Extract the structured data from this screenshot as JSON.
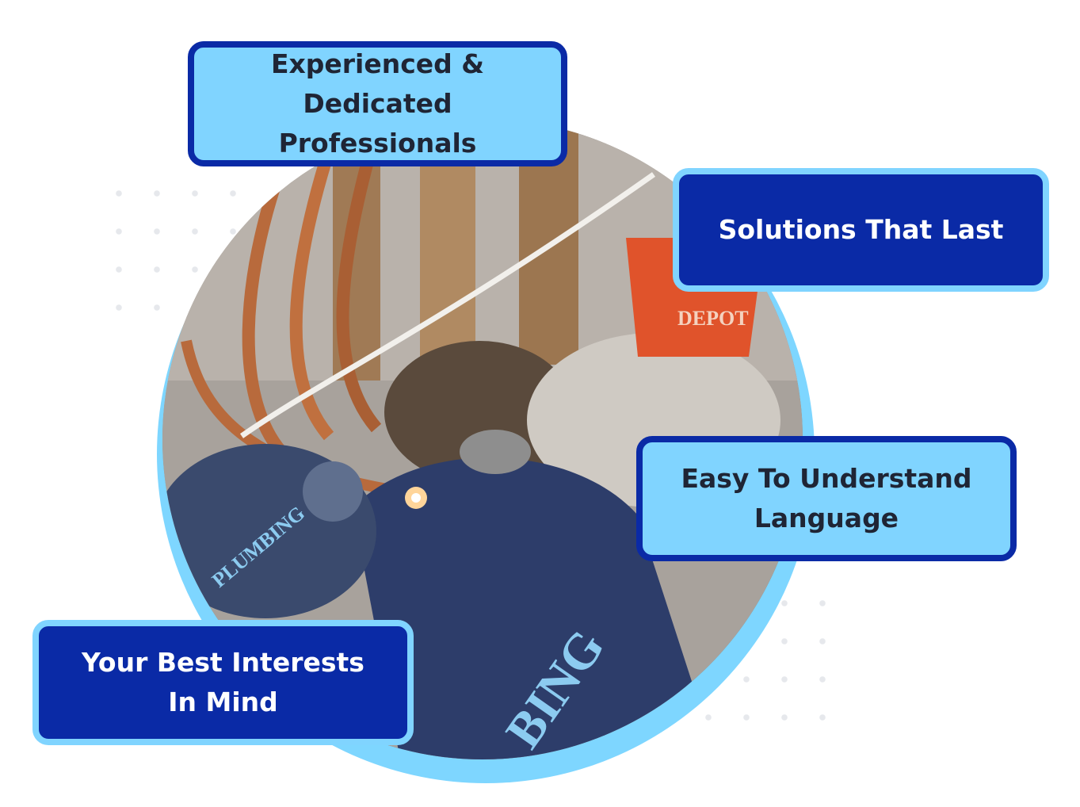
{
  "features": {
    "experienced": {
      "line1": "Experienced & Dedicated",
      "line2": "Professionals"
    },
    "solutions": {
      "line1": "Solutions That Last"
    },
    "language": {
      "line1": "Easy To Understand",
      "line2": "Language"
    },
    "interests": {
      "line1": "Your Best Interests",
      "line2": "In Mind"
    }
  },
  "photo": {
    "cap_text": "PLUMBING",
    "shirt_text": "BING",
    "bucket_text": "DEPOT"
  },
  "colors": {
    "navy": "#0a2aa6",
    "light_blue": "#80d4ff",
    "text_dark": "#1f2535"
  }
}
